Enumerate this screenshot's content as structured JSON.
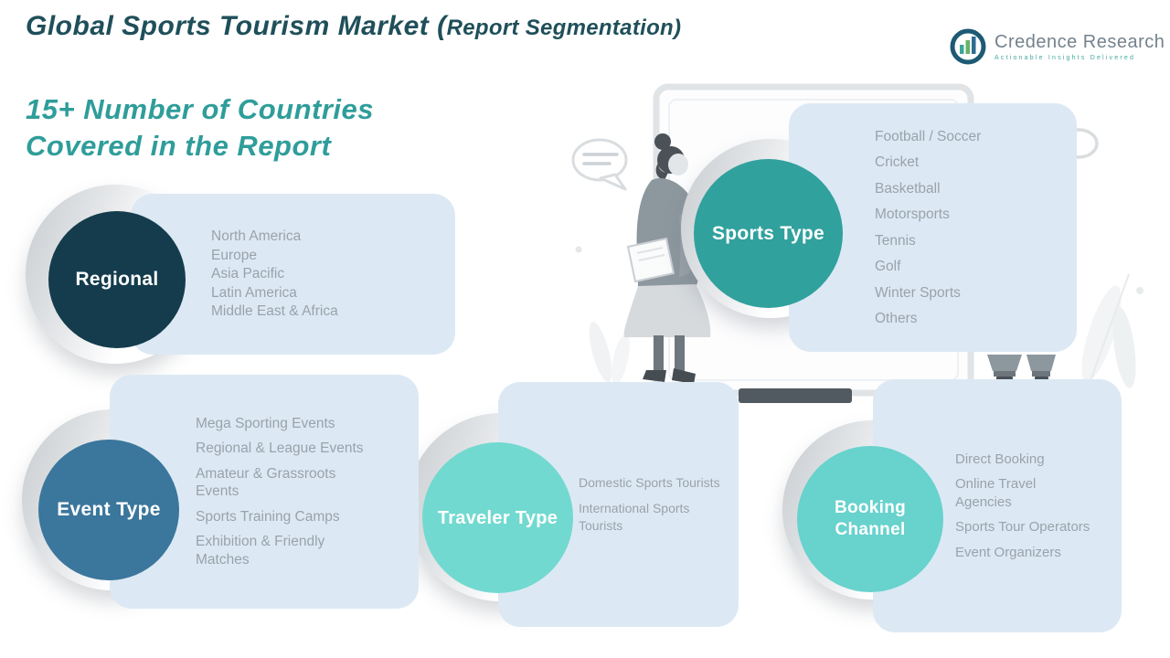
{
  "header": {
    "title_main": "Global Sports Tourism Market (",
    "title_sub": "Report Segmentation)",
    "title_color": "#1f4f5a"
  },
  "logo": {
    "name": "Credence Research",
    "tagline": "Actionable Insights Delivered",
    "icon": "bar-chart-circle-icon"
  },
  "headline": {
    "line1": "15+ Number of Countries",
    "line2": "Covered in the Report",
    "color": "#2f9d9a"
  },
  "segments": [
    {
      "label": "Regional",
      "circle_color": "#143c4c",
      "items": [
        "North America",
        "Europe",
        "Asia Pacific",
        "Latin America",
        "Middle East & Africa"
      ]
    },
    {
      "label": "Sports Type",
      "circle_color": "#31a19d",
      "items": [
        "Football / Soccer",
        "Cricket",
        "Basketball",
        "Motorsports",
        "Tennis",
        "Golf",
        "Winter Sports",
        "Others"
      ]
    },
    {
      "label": "Event Type",
      "circle_color": "#3b769c",
      "items": [
        "Mega Sporting Events",
        "Regional & League Events",
        "Amateur & Grassroots\nEvents",
        "Sports Training Camps",
        "Exhibition & Friendly\nMatches"
      ]
    },
    {
      "label": "Traveler Type",
      "circle_color": "#72d9d0",
      "items": [
        "Domestic Sports Tourists",
        "International Sports\nTourists"
      ]
    },
    {
      "label": "Booking Channel",
      "circle_color": "#68d2cd",
      "items": [
        "Direct Booking",
        "Online Travel\nAgencies",
        "Sports Tour Operators",
        "Event Organizers"
      ]
    }
  ],
  "illustration_icons": [
    "presentation-screen-icon",
    "presenter-person-icon",
    "speech-bubble-icon",
    "coffee-mug-icon",
    "plant-leaves-icon",
    "standing-shoes-icon"
  ],
  "colors": {
    "card_background": "#dce9f4",
    "list_text": "#9aa2aa",
    "headline_teal": "#2f9d9a",
    "title_dark_teal": "#1f4f5a"
  }
}
